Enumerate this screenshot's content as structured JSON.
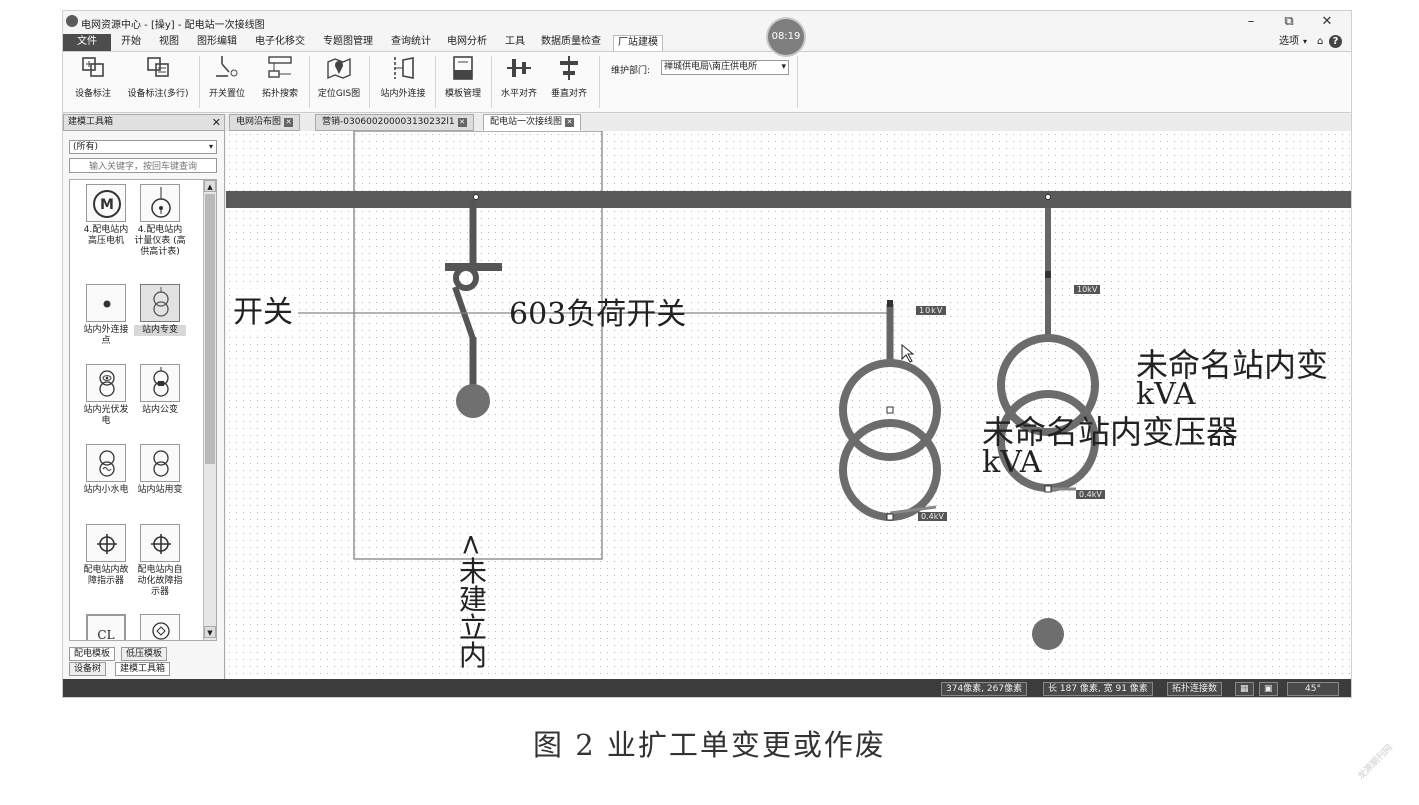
{
  "window": {
    "title": "电网资源中心 - [操y] - 配电站一次接线图",
    "clock": "08:19",
    "controls": {
      "minimize": "–",
      "restore": "⧉",
      "close": "✕"
    }
  },
  "menubar": {
    "items": [
      "文件",
      "开始",
      "视图",
      "图形编辑",
      "电子化移交",
      "专题图管理",
      "查询统计",
      "电网分析",
      "工具",
      "数据质量检查",
      "厂站建模"
    ],
    "active": "厂站建模",
    "options": "选项",
    "extras": [
      "▾",
      "⌂",
      "?"
    ]
  },
  "ribbon": {
    "buttons": [
      "设备标注",
      "设备标注(多行)",
      "开关置位",
      "拓扑搜索",
      "定位GIS图",
      "站内外连接",
      "模板管理",
      "水平对齐",
      "垂直对齐"
    ],
    "dept_label": "维护部门:",
    "dept_value": "禅城供电局\\南庄供电所"
  },
  "left_panel": {
    "title": "建模工具箱",
    "close": "✕",
    "filter_value": "(所有)",
    "search_placeholder": "输入关键字，按回车键查询",
    "tools": [
      {
        "label": "4.配电站内高压电机",
        "icon": "motor-icon"
      },
      {
        "label": "4.配电站内计量仪表 (高供高计表)",
        "icon": "meter-icon"
      },
      {
        "label": "站内外连接点",
        "icon": "connection-point-icon"
      },
      {
        "label": "站内专变",
        "icon": "transformer-icon",
        "selected": true
      },
      {
        "label": "站内光伏发电",
        "icon": "pv-transformer-icon"
      },
      {
        "label": "站内公变",
        "icon": "public-transformer-icon"
      },
      {
        "label": "站内小水电",
        "icon": "hydro-transformer-icon"
      },
      {
        "label": "站内站用变",
        "icon": "station-transformer-icon"
      },
      {
        "label": "配电站内故障指示器",
        "icon": "fault-indicator-icon"
      },
      {
        "label": "配电站内自动化故障指示器",
        "icon": "auto-fault-indicator-icon"
      },
      {
        "label": "CL",
        "icon": "cl-icon"
      },
      {
        "label": "",
        "icon": "device-icon"
      }
    ],
    "bottom_tabs_row1": [
      "配电模板",
      "低压模板"
    ],
    "bottom_tabs_row2": [
      "设备树",
      "建模工具箱"
    ]
  },
  "doc_tabs": [
    "电网沿布图",
    "营销-030600200003130232l1",
    "配电站一次接线图"
  ],
  "active_doc_tab": "配电站一次接线图",
  "diagram": {
    "switch_label": "开关",
    "load_switch_label": "603负荷开关",
    "transformer1_label": "未命名站内变压器",
    "transformer1_unit": "kVA",
    "transformer2_label": "未命名站内变",
    "transformer2_unit": "kVA",
    "unbuilt_label": "<未建立内",
    "node_labels": [
      "10kV",
      "0.4kV",
      "10kV",
      "0.4kV"
    ]
  },
  "statusbar": {
    "coords": "374像素, 267像素",
    "size": "长 187 像素, 宽 91 像素",
    "topo": "拓扑连接数",
    "angle": "45°"
  },
  "figure_caption": "图 2   业扩工单变更或作废",
  "watermark": "龙源期刊网"
}
